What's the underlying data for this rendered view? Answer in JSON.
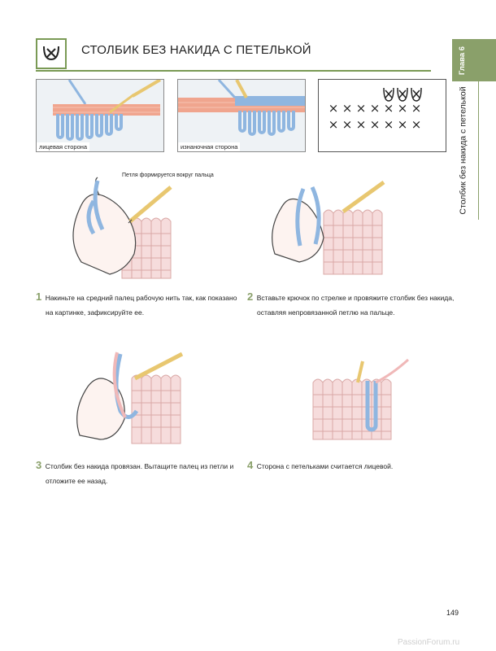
{
  "header": {
    "title": "СТОЛБИК БЕЗ НАКИДА С ПЕТЕЛЬКОЙ",
    "symbol_icon": "loop-stitch-symbol-icon"
  },
  "side_tab": {
    "chapter": "Глава 6",
    "section": "Столбик без накида с петелькой",
    "color": "#8aa06a"
  },
  "photos": [
    {
      "caption": "лицевая сторона"
    },
    {
      "caption": "изнаночная сторона"
    }
  ],
  "chart": {
    "loop_symbol_count": 3,
    "rows": [
      {
        "symbols": "×××××××"
      },
      {
        "symbols": "×××××××"
      }
    ]
  },
  "illustration_note": "Петля формируется вокруг пальца",
  "steps": [
    {
      "number": "1",
      "lines": [
        "Накиньте на средний палец рабочую нить так, как показано",
        "на картинке, зафиксируйте ее."
      ]
    },
    {
      "number": "2",
      "lines": [
        "Вставьте крючок по стрелке и провяжите столбик без накида,",
        "оставляя непровязанной петлю на пальце."
      ]
    },
    {
      "number": "3",
      "lines": [
        "Столбик без накида провязан. Вытащите палец из петли и",
        "отложите ее назад."
      ]
    },
    {
      "number": "4",
      "lines": [
        "Сторона с петельками считается лицевой."
      ]
    }
  ],
  "page_number": "149",
  "footer": "PassionForum.ru",
  "colors": {
    "accent": "#8aa06a",
    "yarn_pink": "#f0a58e",
    "yarn_blue": "#8fb6e0",
    "hook": "#e8c770"
  }
}
